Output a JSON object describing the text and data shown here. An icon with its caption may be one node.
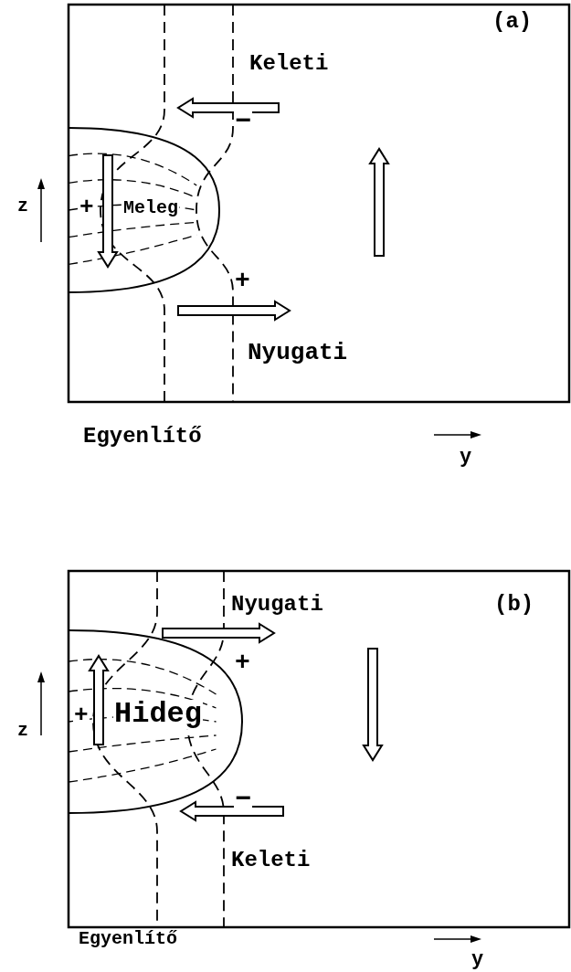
{
  "diagram": {
    "labels": [
      "(a)",
      "Keleti",
      "−",
      "z",
      "+",
      "Meleg",
      "+",
      "Nyugati",
      "Egyenlítő",
      "y",
      "Nyugati",
      "(b)",
      "+",
      "z",
      "+",
      "Hideg",
      "−",
      "Keleti",
      "Egyenlítő",
      "y"
    ]
  }
}
